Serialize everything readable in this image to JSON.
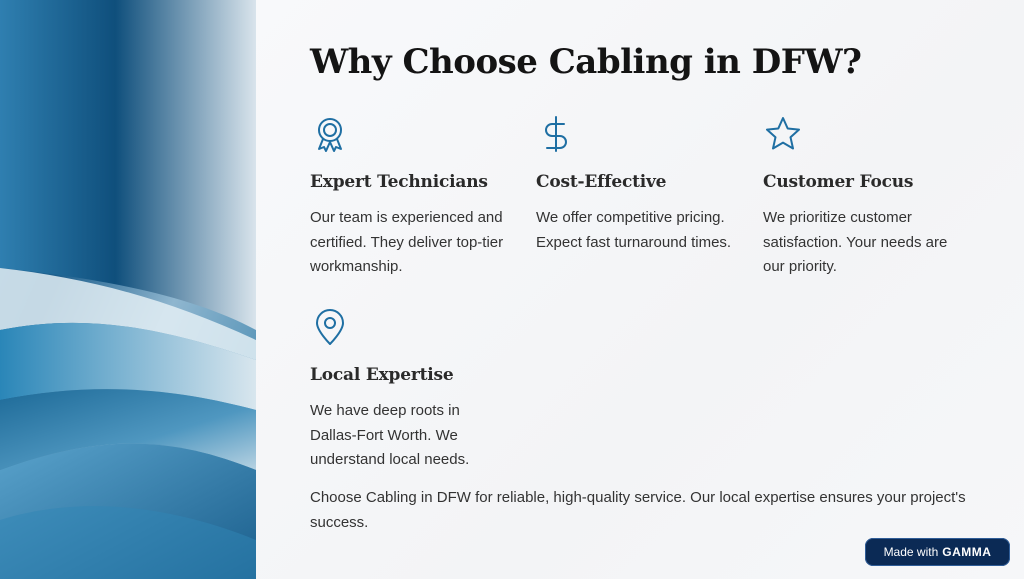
{
  "title": "Why Choose Cabling in DFW?",
  "features": [
    {
      "icon": "award-ribbon-icon",
      "heading": "Expert Technicians",
      "text": "Our team is experienced and certified. They deliver top-tier workmanship."
    },
    {
      "icon": "dollar-sign-icon",
      "heading": "Cost-Effective",
      "text": "We offer competitive pricing. Expect fast turnaround times."
    },
    {
      "icon": "star-icon",
      "heading": "Customer Focus",
      "text": "We prioritize customer satisfaction. Your needs are our priority."
    },
    {
      "icon": "map-pin-icon",
      "heading": "Local Expertise",
      "text": "We have deep roots in Dallas-Fort Worth. We understand local needs."
    }
  ],
  "summary": "Choose Cabling in DFW for reliable, high-quality service. Our local expertise ensures your project's success.",
  "badge": {
    "prefix": "Made with",
    "brand": "GAMMA"
  },
  "colors": {
    "accent": "#1f6fa3",
    "title": "#141414",
    "body": "#333333",
    "badge_bg": "#0b2a55"
  }
}
